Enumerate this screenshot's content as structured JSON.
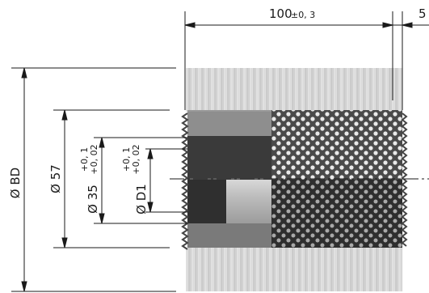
{
  "dimensions": {
    "length": {
      "nominal": "100",
      "tolerance": "±0, 3"
    },
    "extension": {
      "nominal": "5"
    },
    "outer_diameter": {
      "label": "Ø BD"
    },
    "pitch_diameter": {
      "label": "Ø 57"
    },
    "bore_diameter": {
      "label": "Ø 35",
      "upper_tolerance": "+0, 1",
      "lower_tolerance": "+0, 02"
    },
    "inner_diameter": {
      "label": "Ø D1",
      "upper_tolerance": "+0, 1",
      "lower_tolerance": "+0, 02"
    }
  },
  "colors": {
    "line": "#1a1a1a",
    "brush_light": "#d6d6d6",
    "body_dark": "#3b3b3b",
    "body_mid": "#8a8a8a",
    "perforation_bg": "#4a4a4a",
    "hole": "#e9e9e9"
  }
}
